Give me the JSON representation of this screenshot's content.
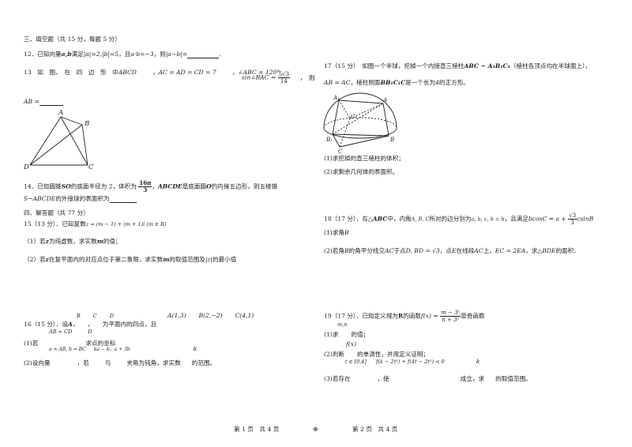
{
  "left": {
    "sec3": "三、填空题（共 15 分，每题 5 分）",
    "q12_a": "12．已知向量",
    "q12_vec": "a,b",
    "q12_b": "满足",
    "q12_c": "|a|=2,|b|=5",
    "q12_d": "，且",
    "q12_e": "a·b=−3",
    "q12_f": "，则",
    "q12_g": "|a−b|=",
    "q12_end": "．",
    "q13_a": "13　如　图，　在　四　边　形　中",
    "q13_abcd": "ABCD",
    "q13_b": "，AC = AD = CD = 7",
    "q13_c": "，∠ABC = 120°",
    "q13_sin": "sin∠BAC =",
    "q13_sin_num": "5√3",
    "q13_sin_den": "14",
    "q13_then": "，　则",
    "q13_ab": "AB =",
    "fig13": {
      "A": "A",
      "B": "B",
      "C": "C",
      "D": "D"
    },
    "q14_a": "14．已知圆锥",
    "q14_so": "SO",
    "q14_b": "的底面半径为 2，体积为",
    "q14_frac_num": "16π",
    "q14_frac_den": "3",
    "q14_c": "，",
    "q14_abcde": "ABCDE",
    "q14_d": "是底面圆",
    "q14_o": "O",
    "q14_e": "的内接五边形，则五棱锥",
    "q14_f": "S−ABCDE",
    "q14_g": "的外接球的表面积为",
    "sec4": "四、解答题（共 77 分）",
    "q15_a": "15（13 分）．已知复数",
    "q15_z": "z = (m − 1) + (m + 1)i (m ∈ R)",
    "q15_1a": "（1）若",
    "q15_1z": "z",
    "q15_1b": "为纯虚数，求实数",
    "q15_1m": "m",
    "q15_1c": "的值；",
    "q15_2a": "（2）若",
    "q15_2z": "z",
    "q15_2b": "在复平面内的对应点位于第二象限，求实数",
    "q15_2m": "m",
    "q15_2c": "的取值范围及",
    "q15_2d": "|z|",
    "q15_2e": "的最小值",
    "q16_B": "B",
    "q16_C": "C",
    "q16_D": "D",
    "q16_a": "16（15 分）．设",
    "q16_A": "A",
    "q16_b": "，　　，　　为平面内的四点，且",
    "q16_pA": "A(1,3)",
    "q16_pB": "B(2,−2)",
    "q16_pC": "C(4,1)",
    "q16_eq": "AB = CD",
    "q16_D2": "D",
    "q16_1a": "(1)若",
    "q16_1b": "求",
    "q16_1c": "点的坐标",
    "q16_1vec": "a = AB, b = BC",
    "q16_1vec2": "ka − b，a + 3b",
    "q16_k": "k",
    "q16_2a": "(2)设向量",
    "q16_2b": "，若",
    "q16_2c": "与",
    "q16_2d": "夹角为钝角，求实数",
    "q16_2e": "的范围。"
  },
  "right": {
    "q17_a": "17（15 分）　如图一个半球，挖掉一个内接直三棱柱",
    "q17_prism": "ABC − A₁B₁C₁",
    "q17_b": "（棱柱各顶点均在半球面上），",
    "q17_c": "AB = AC",
    "q17_d": "，棱柱侧面",
    "q17_face": "BB₁C₁C",
    "q17_e": "是一个长为",
    "q17_four": "4",
    "q17_f": "的正方形。",
    "fig17": {
      "A1": "A₁",
      "A": "A",
      "C1": "C₁",
      "B1": "B₁",
      "B": "B",
      "C": "C"
    },
    "q17_1": "(1)求挖掉的直三棱柱的体积；",
    "q17_2": "(2)求剩余几何体的表面积。",
    "q18_a": "18（17 分）．在",
    "q18_tri": "△ABC",
    "q18_b": "中，内角",
    "q18_abc": "A, B, C",
    "q18_c": "所对的边分别为",
    "q18_sides": "a, b, c, b = b",
    "q18_d": "，且满足",
    "q18_eq": "bcosC = a +",
    "q18_frac_num": "√3",
    "q18_frac_den": "3",
    "q18_eq2": "csinB",
    "q18_1": "(1)求角",
    "q18_1B": "B",
    "q18_2a": "(2)若角",
    "q18_2B": "B",
    "q18_2b": "的角平分线交",
    "q18_2ac": "AC",
    "q18_2c": "于点",
    "q18_2d": "D, BD = √3",
    "q18_2e": "，点",
    "q18_2E": "E",
    "q18_2f": "在线段",
    "q18_2ac2": "AC",
    "q18_2g": "上，",
    "q18_2h": "EC = 2EA",
    "q18_2i": "，求",
    "q18_2bde": "△BDE",
    "q18_2j": "的面积．",
    "q19_a": "19（17 分）．已知定义域为",
    "q19_R": "R",
    "q19_b": "的函数",
    "q19_f": "f(x) =",
    "q19_num": "m − 3ˣ",
    "q19_den": "n + 3ˣ",
    "q19_c": "是奇函数",
    "q19_mn": "m,n",
    "q19_1a": "(1)求",
    "q19_1b": "的值；",
    "q19_fx": "f(x)",
    "q19_2a": "(2)判断",
    "q19_2b": "的单调性，并用定义证明；",
    "q19_2t": "t ∈ [0,4]",
    "q19_2ineq": "f(k − 2t²) + f(4t − 2t²) < 0",
    "q19_2k": "k",
    "q19_3a": "(3)若存在",
    "q19_3b": "，使",
    "q19_3c": "成立，求",
    "q19_3d": "的取值范围。"
  },
  "footer": {
    "page1": "第 1 页　共 4 页",
    "page2": "第 2 页　共 4 页",
    "symbol": "⊕"
  }
}
